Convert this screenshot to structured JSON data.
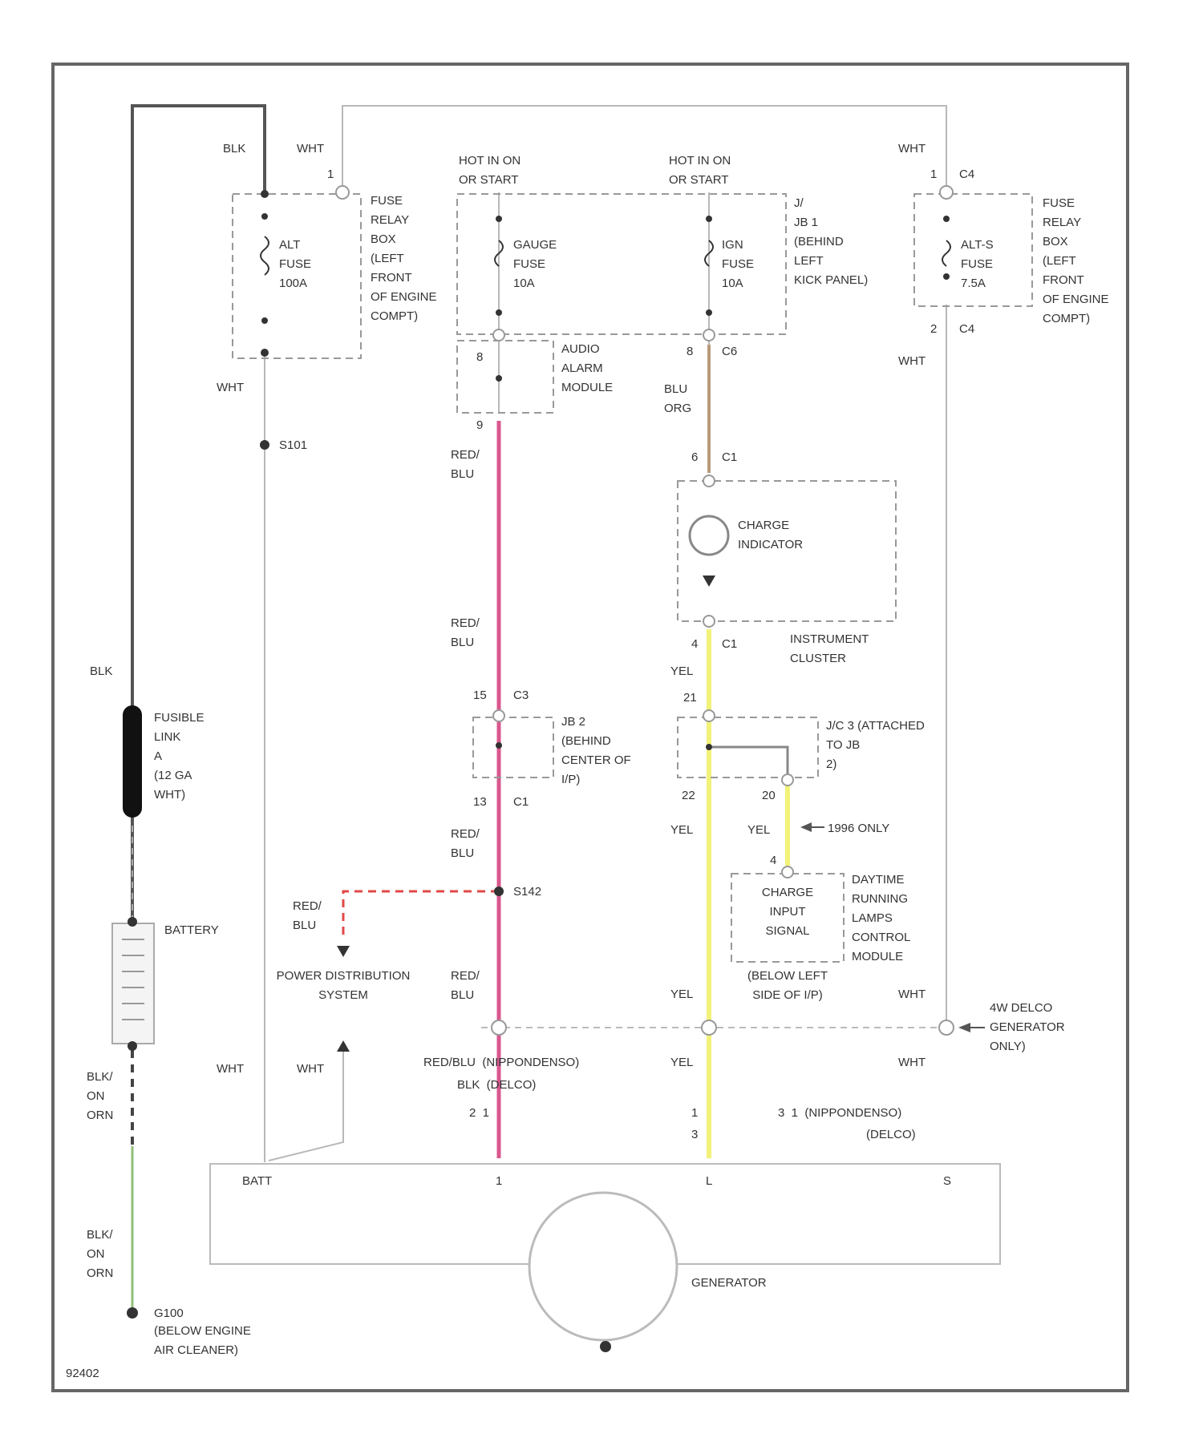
{
  "diagram": {
    "code": "92402",
    "fuse_box_left": {
      "label_lines": [
        "FUSE",
        "RELAY",
        "BOX",
        "(LEFT",
        "FRONT",
        "OF ENGINE",
        "COMPT)"
      ],
      "fuse_lines": [
        "ALT",
        "FUSE",
        "100A"
      ],
      "pin": "1",
      "wire_top_left": "BLK",
      "wire_top_right": "WHT",
      "wire_bottom": "WHT"
    },
    "fuse_box_right": {
      "label_lines": [
        "FUSE",
        "RELAY",
        "BOX",
        "(LEFT",
        "FRONT",
        "OF ENGINE",
        "COMPT)"
      ],
      "fuse_lines": [
        "ALT-S",
        "FUSE",
        "7.5A"
      ],
      "pin_top": "1",
      "conn_top": "C4",
      "pin_bottom": "2",
      "conn_bottom": "C4",
      "wire_top": "WHT",
      "wire_bottom": "WHT"
    },
    "hot_gauge": [
      "HOT IN ON",
      "OR START"
    ],
    "hot_ign": [
      "HOT IN ON",
      "OR START"
    ],
    "gauge_fuse": [
      "GAUGE",
      "FUSE",
      "10A"
    ],
    "ign_fuse": [
      "IGN",
      "FUSE",
      "10A"
    ],
    "jb1": [
      "J/",
      "JB 1",
      "(BEHIND",
      "LEFT",
      "KICK PANEL)"
    ],
    "audio_alarm": {
      "label_lines": [
        "AUDIO",
        "ALARM",
        "MODULE"
      ],
      "pin_in": "8",
      "pin_out": "9"
    },
    "ign_wire": {
      "pin": "8",
      "conn": "C6",
      "color_lines": [
        "BLU",
        "ORG"
      ],
      "pin2": "6",
      "conn2": "C1"
    },
    "splice_s101": "S101",
    "charge_indicator": [
      "CHARGE",
      "INDICATOR"
    ],
    "instrument_cluster": [
      "INSTRUMENT",
      "CLUSTER"
    ],
    "cluster_out": {
      "pin": "4",
      "conn": "C1"
    },
    "wire_red_blu": [
      "RED/",
      "BLU"
    ],
    "jb2": {
      "label_lines": [
        "JB 2",
        "(BEHIND",
        "CENTER OF",
        "I/P)"
      ],
      "pin_top": "15",
      "conn_top": "C3",
      "pin_bottom": "13",
      "conn_bottom": "C1"
    },
    "jc": {
      "label_lines": [
        "J/C 3 (ATTACHED",
        "TO JB",
        "2)"
      ],
      "pin_top": "21",
      "pin_bl": "22",
      "pin_br": "20"
    },
    "wire_yel": "YEL",
    "only_1996": "1996 ONLY",
    "drl": {
      "pin": "4",
      "inner_lines": [
        "CHARGE",
        "INPUT",
        "SIGNAL"
      ],
      "label_lines": [
        "DAYTIME",
        "RUNNING",
        "LAMPS",
        "CONTROL",
        "MODULE"
      ],
      "location_lines": [
        "(BELOW LEFT",
        "SIDE OF I/P)"
      ]
    },
    "splice_s142": "S142",
    "power_distribution": [
      "POWER DISTRIBUTION",
      "SYSTEM"
    ],
    "delco_note": [
      "4W DELCO",
      "GENERATOR",
      "ONLY)"
    ],
    "ground_wire_wht": "WHT",
    "gen_connector_left": {
      "line1": "RED/BLU  (NIPPONDENSO)",
      "line2": "BLK  (DELCO)",
      "pins": "2  1"
    },
    "gen_connector_right": {
      "pins_top": "1",
      "pins_bottom": "3",
      "line1": "3  1  (NIPPONDENSO)",
      "line2": "(DELCO)"
    },
    "generator": {
      "label": "GENERATOR",
      "terminals": [
        "BATT",
        "1",
        "L",
        "S"
      ]
    },
    "fusible_link": [
      "FUSIBLE",
      "LINK",
      "A",
      "(12 GA",
      "WHT)"
    ],
    "battery": "BATTERY",
    "wire_blk": "BLK",
    "wire_blk_orn": [
      "BLK/",
      "ON",
      "ORN"
    ],
    "ground": {
      "id": "G100",
      "location_lines": [
        "(BELOW ENGINE",
        "AIR CLEANER)"
      ]
    }
  },
  "colors": {
    "red_blu_wire": "#d9588f",
    "yel_wire": "#f2f27a",
    "blu_org_wire": "#b89a7a",
    "blk_wire": "#555555",
    "dashed_red": "#e24848",
    "green_wire": "#8fbf78",
    "frame": "#666666"
  }
}
